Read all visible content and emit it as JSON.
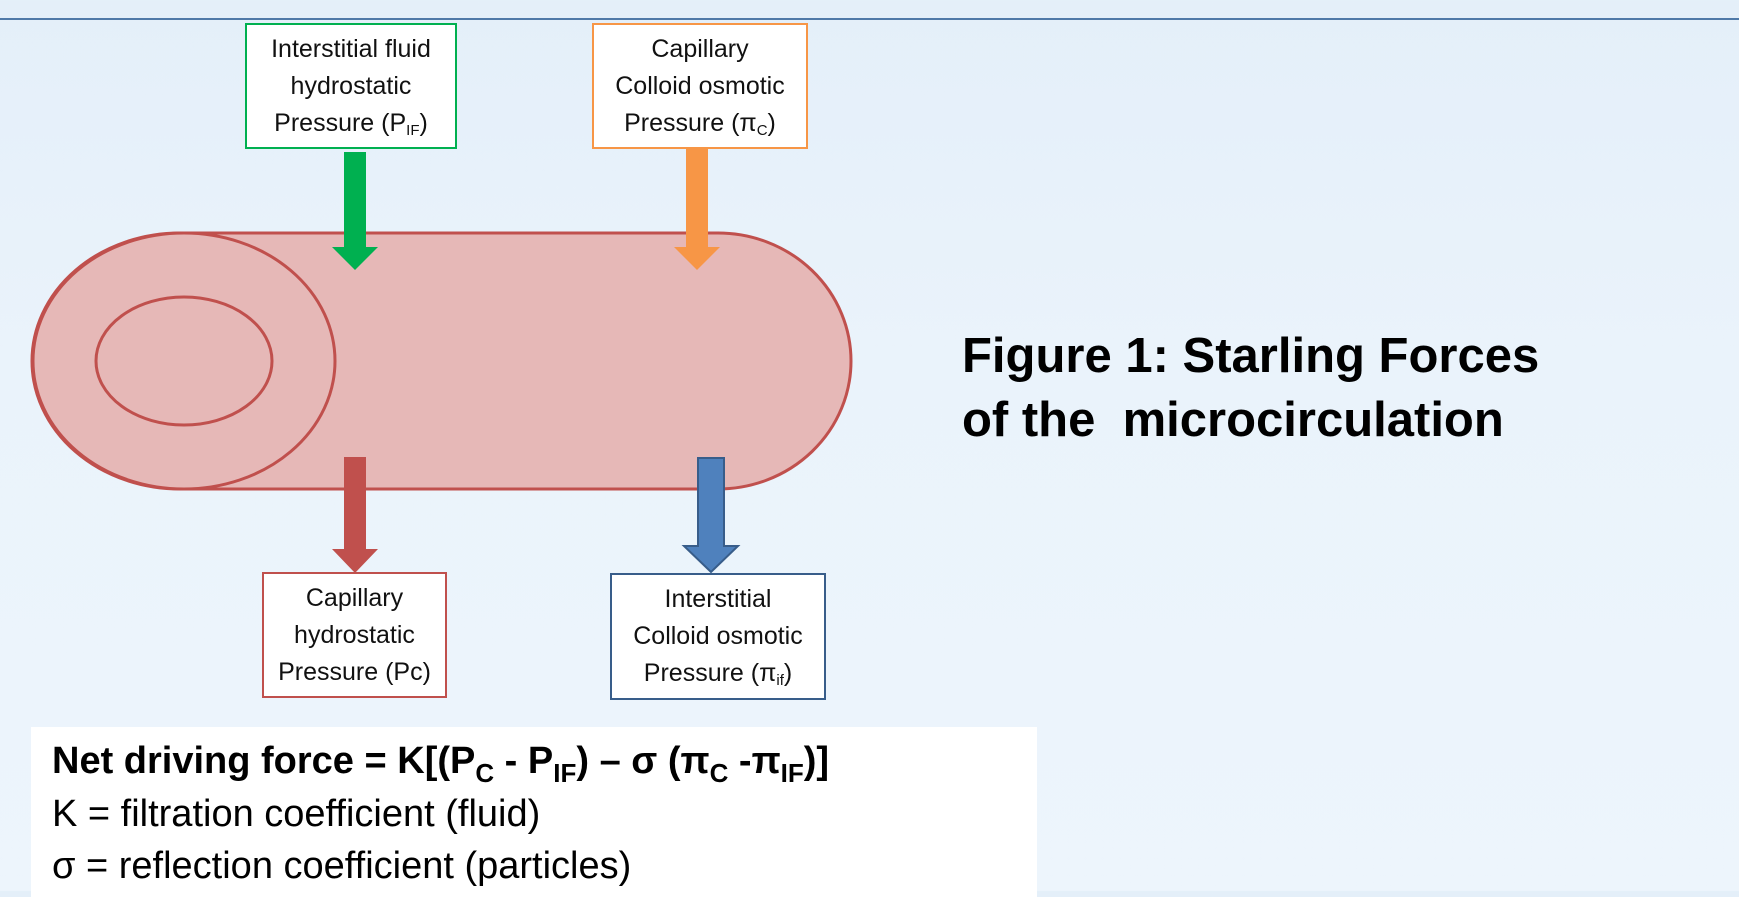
{
  "figure_title": {
    "line1": "Figure 1: Starling Forces",
    "line2": "of the  microcirculation"
  },
  "forces": {
    "pif": {
      "line1": "Interstitial fluid",
      "line2": "hydrostatic",
      "line3_prefix": "Pressure (P",
      "line3_sub": "IF",
      "line3_suffix": ")",
      "color": "#00b050"
    },
    "pic": {
      "line1": "Capillary",
      "line2": "Colloid osmotic",
      "line3_prefix": "Pressure (π",
      "line3_sub": "C",
      "line3_suffix": ")",
      "color": "#f79646"
    },
    "pc": {
      "line1": "Capillary",
      "line2": "hydrostatic",
      "line3": "Pressure (Pc)",
      "color": "#c0504d"
    },
    "piif": {
      "line1": "Interstitial",
      "line2": "Colloid osmotic",
      "line3_prefix": "Pressure (π",
      "line3_sub": "if",
      "line3_suffix": ")",
      "color": "#4f81bd"
    }
  },
  "formula": {
    "lhs": "Net driving force = K[(P",
    "sub_c1": "C",
    "mid1": " - P",
    "sub_if1": "IF",
    "mid2": ") – σ (π",
    "sub_c2": "C",
    "mid3": " -π",
    "sub_if2": "IF",
    "end": ")]",
    "k_line": "K = filtration coefficient (fluid)",
    "sigma_line": "σ = reflection coefficient (particles)"
  },
  "colors": {
    "vessel_fill": "#e6b8b7",
    "vessel_stroke": "#c0504d",
    "rule": "#4f79a8"
  }
}
